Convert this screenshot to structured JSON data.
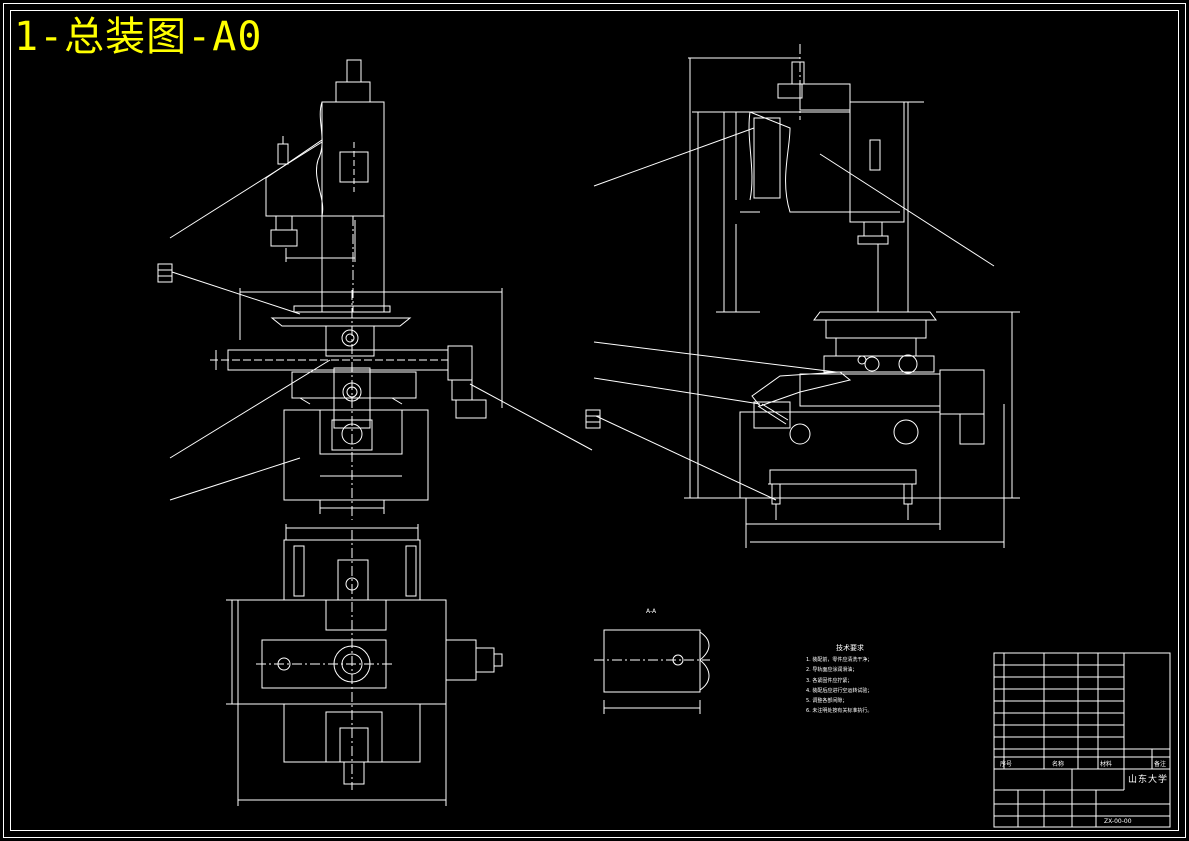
{
  "sheet": {
    "title": "1-总装图-A0",
    "border_color": "#ffffff",
    "title_color": "#ffff00",
    "background": "#000000"
  },
  "views": {
    "front_view": "front-elevation",
    "side_view": "side-elevation",
    "top_view": "plan-view",
    "section_view": {
      "label": "A-A"
    }
  },
  "technical_requirements": {
    "title": "技术要求",
    "notes": [
      "1. 装配前，零件应清洗干净；",
      "2. 导轨面应涂润滑油；",
      "3. 各紧固件应拧紧；",
      "4. 装配后应进行空运转试验；",
      "5. 调整各部间隙；",
      "6. 未注明处按有关标准执行。"
    ]
  },
  "title_block": {
    "university": "山东大学",
    "headers": [
      "序号",
      "名称",
      "材料",
      "备注"
    ],
    "drawing_no": "ZX-00-00"
  }
}
